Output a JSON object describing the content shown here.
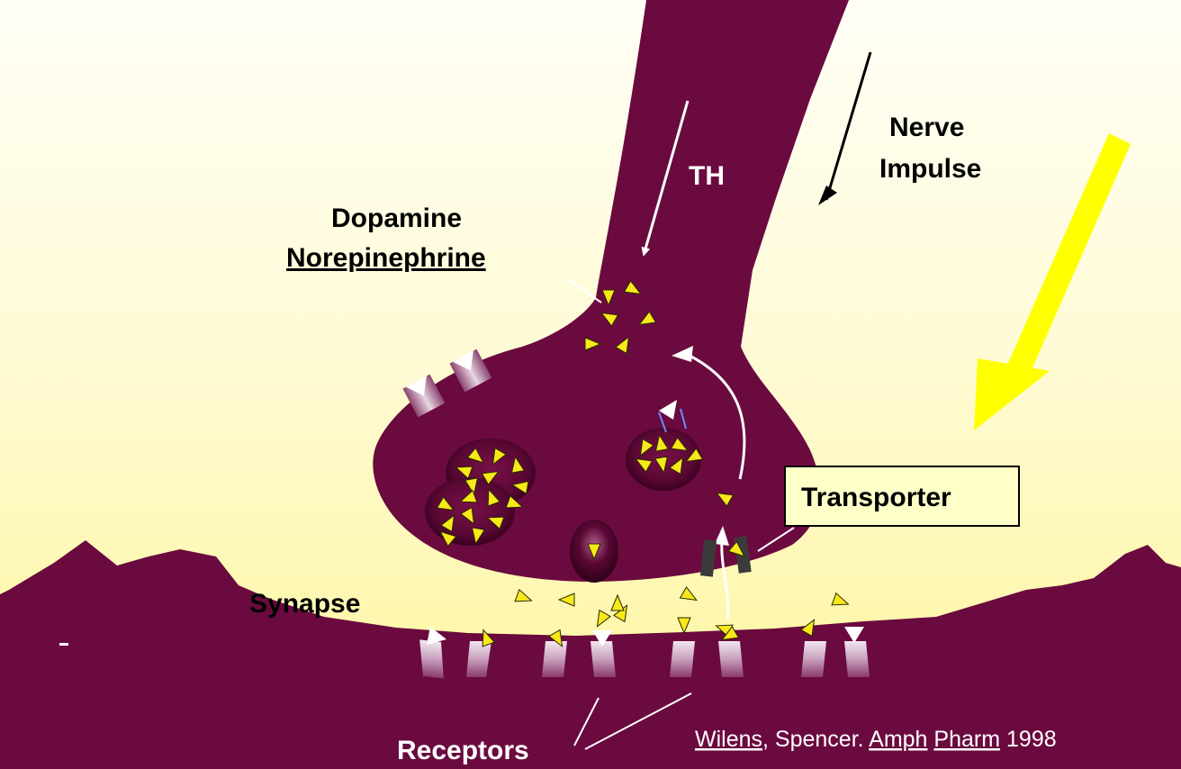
{
  "labels": {
    "dopamine": "Dopamine",
    "norepinephrine": "Norepinephrine",
    "th": "TH",
    "nerve": "Nerve",
    "impulse": "Impulse",
    "transporter": "Transporter",
    "synapse": "Synapse",
    "receptors": "Receptors",
    "citation_authors": "Wilens",
    "citation_rest": ", Spencer. ",
    "citation_amph": "Amph",
    "citation_space": " ",
    "citation_pharm": "Pharm",
    "citation_year": " 1998"
  },
  "colors": {
    "neuron": "#6b0a3f",
    "neuron_dark": "#3d0020",
    "background_top": "#fffdf0",
    "background_bottom": "#fdf7a6",
    "molecule": "#f7e81a",
    "big_arrow": "#ffff00",
    "label_box": "#ffffc8",
    "white": "#ffffff"
  }
}
